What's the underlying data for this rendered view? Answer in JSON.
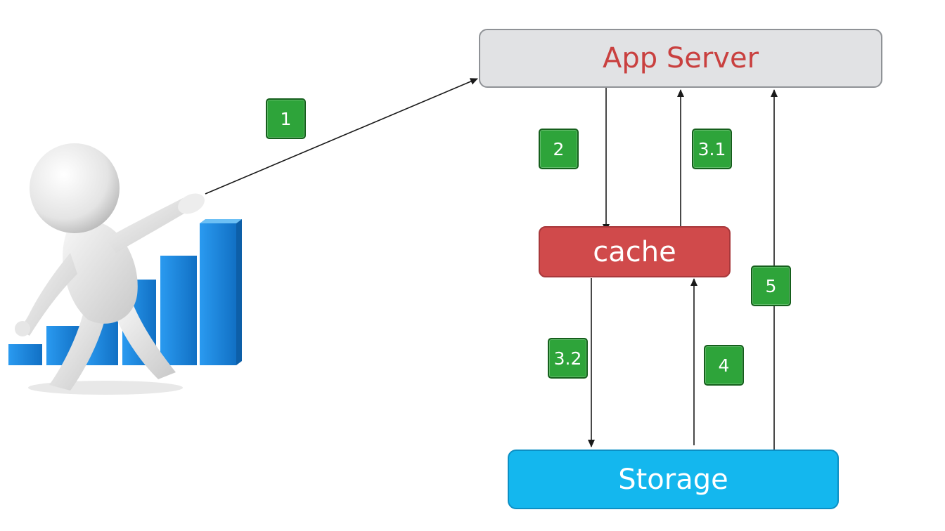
{
  "diagram": {
    "nodes": {
      "app_server": "App Server",
      "cache": "cache",
      "storage": "Storage"
    },
    "steps": {
      "s1": "1",
      "s2": "2",
      "s3_1": "3.1",
      "s3_2": "3.2",
      "s4": "4",
      "s5": "5"
    }
  },
  "colors": {
    "app_server_text": "#c9403f",
    "cache_fill": "#d04a4b",
    "storage_fill": "#14b7ee",
    "badge_fill": "#2ea43a",
    "node_text_light": "#ffffff",
    "arrow": "#1a1a1a",
    "bar_blue": "#1e88d8"
  },
  "icons": {
    "illustration": "3d-person-pointing-with-bar-chart"
  }
}
